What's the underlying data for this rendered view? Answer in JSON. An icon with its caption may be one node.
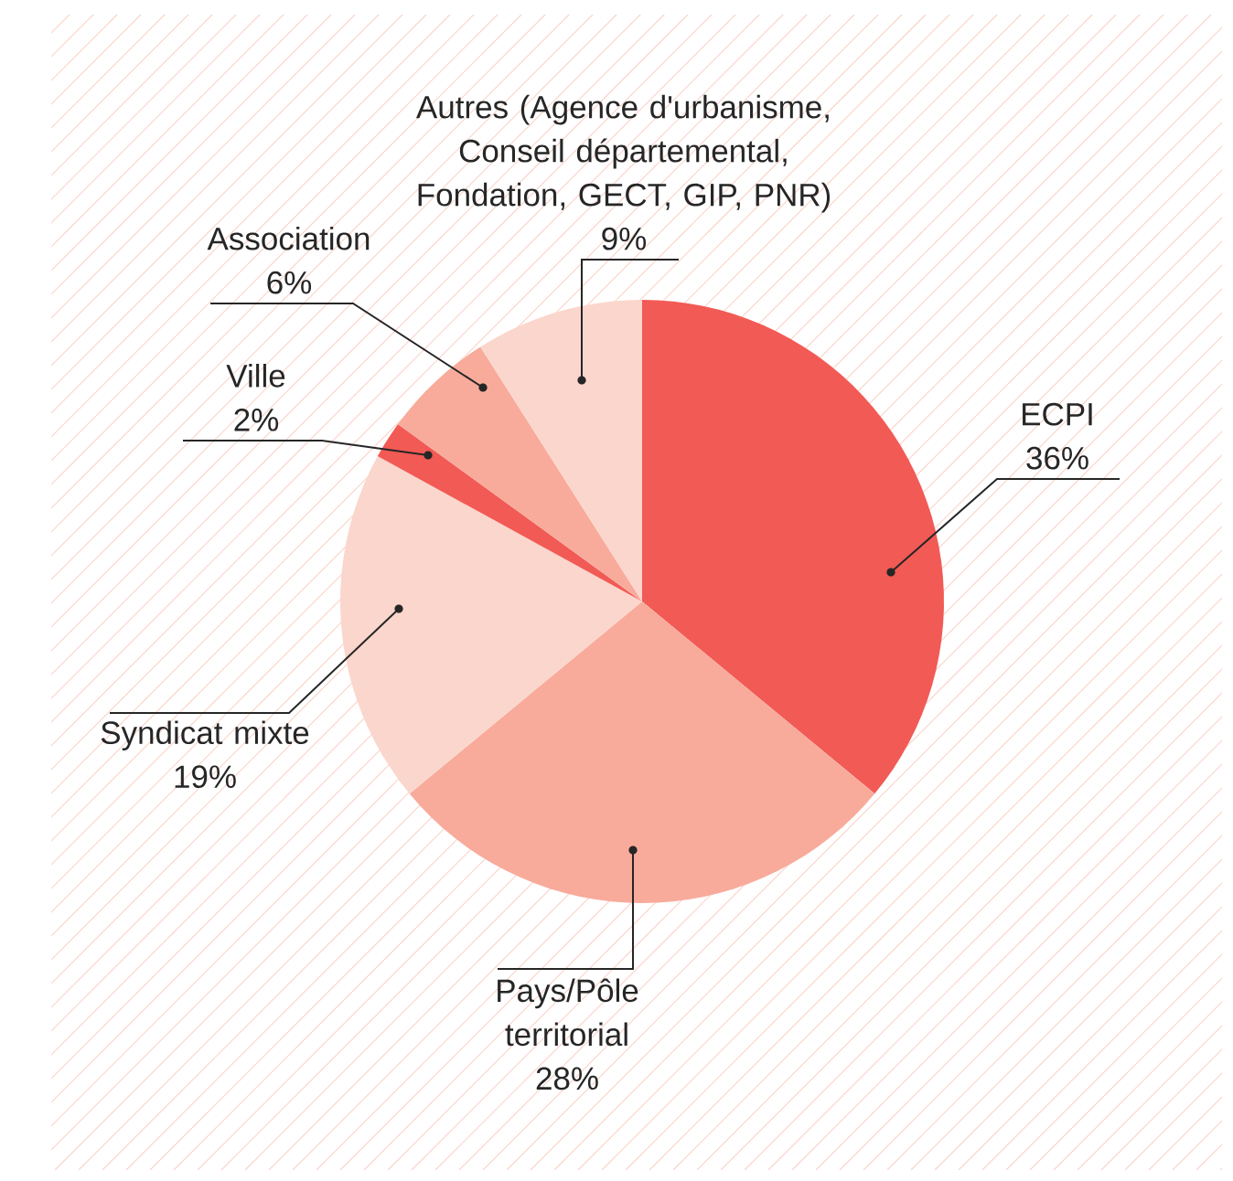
{
  "diagram": {
    "chart_data": {
      "type": "pie",
      "categories": [
        "ECPI",
        "Pays/Pôle territorial",
        "Syndicat mixte",
        "Ville",
        "Association",
        "Autres (Agence d'urbanisme, Conseil départemental, Fondation, GECT, GIP, PNR)"
      ],
      "values": [
        36,
        28,
        19,
        2,
        6,
        9
      ],
      "colors": [
        "#f25a55",
        "#f8ab9b",
        "#fbd6cc",
        "#f25a55",
        "#f8ab9b",
        "#fbd6cc"
      ],
      "value_labels": [
        "36%",
        "28%",
        "19%",
        "2%",
        "6%",
        "9%"
      ]
    }
  }
}
